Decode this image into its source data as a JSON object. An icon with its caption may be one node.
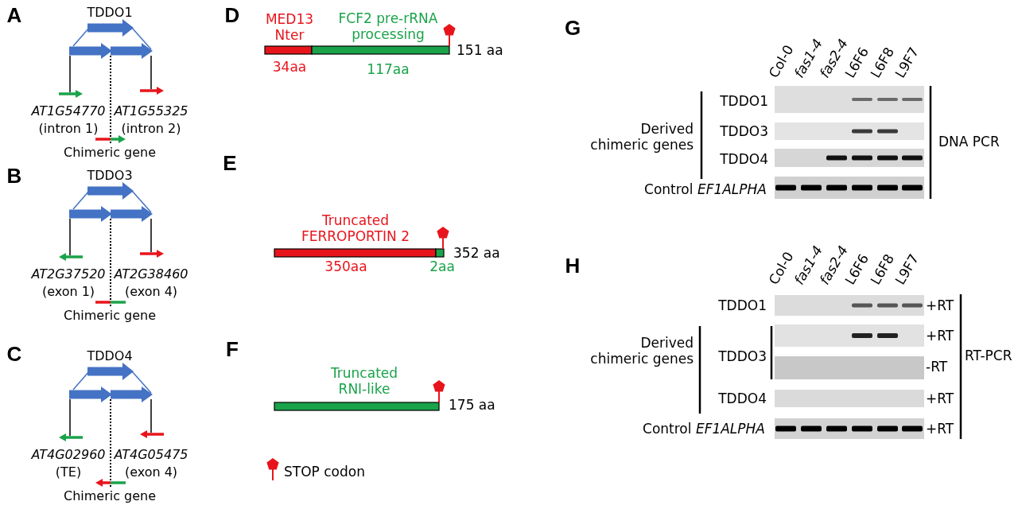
{
  "diagram": {
    "labels": [
      "A",
      "TDDO1",
      "AT1G54770",
      "(intron 1)",
      "AT1G55325",
      "(intron 2)",
      "Chimeric gene",
      "B",
      "TDDO3",
      "AT2G37520",
      "(exon 1)",
      "AT2G38460",
      "(exon 4)",
      "Chimeric gene",
      "C",
      "TDDO4",
      "AT4G02960",
      "(TE)",
      "AT4G05475",
      "(exon 4)",
      "Chimeric gene",
      "D",
      "MED13 Nter",
      "FCF2 pre-rRNA processing",
      "151 aa",
      "34aa",
      "117aa",
      "E",
      "Truncated FERROPORTIN 2",
      "352 aa",
      "350aa",
      "2aa",
      "F",
      "Truncated RNI-like",
      "175 aa",
      "G",
      "Col-0",
      "fas1-4",
      "fas2-4",
      "L6F6",
      "L6F8",
      "L9F7",
      "TDDO1",
      "Derived chimeric genes",
      "TDDO3",
      "DNA PCR",
      "TDDO4",
      "Control *EF1ALPHA*",
      "H",
      "Col-0",
      "fas1-4",
      "fas2-4",
      "L6F6",
      "L6F8",
      "L9F7",
      "TDDO1",
      "+RT",
      "Derived chimeric genes",
      "TDDO3",
      "+RT",
      "RT-PCR",
      "-RT",
      "TDDO4",
      "+RT",
      "Control *EF1ALPHA*",
      "+RT"
    ],
    "legend": [
      {
        "text": "STOP codon"
      }
    ]
  }
}
